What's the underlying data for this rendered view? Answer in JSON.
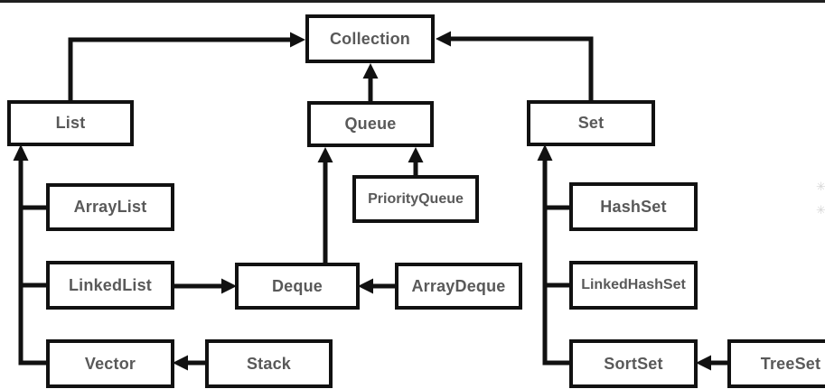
{
  "diagram": {
    "type": "class-hierarchy",
    "nodes": {
      "collection": {
        "label": "Collection"
      },
      "list": {
        "label": "List"
      },
      "queue": {
        "label": "Queue"
      },
      "set": {
        "label": "Set"
      },
      "arraylist": {
        "label": "ArrayList"
      },
      "priorityqueue": {
        "label": "PriorityQueue"
      },
      "hashset": {
        "label": "HashSet"
      },
      "linkedlist": {
        "label": "LinkedList"
      },
      "deque": {
        "label": "Deque"
      },
      "arraydeque": {
        "label": "ArrayDeque"
      },
      "linkedhashset": {
        "label": "LinkedHashSet"
      },
      "vector": {
        "label": "Vector"
      },
      "stack": {
        "label": "Stack"
      },
      "sortset": {
        "label": "SortSet"
      },
      "treeset": {
        "label": "TreeSet"
      }
    },
    "edges": [
      {
        "from": "List",
        "to": "Collection",
        "style": "elbow-arrow"
      },
      {
        "from": "Queue",
        "to": "Collection",
        "style": "straight-arrow"
      },
      {
        "from": "Set",
        "to": "Collection",
        "style": "elbow-arrow"
      },
      {
        "from": "ArrayList",
        "to": "List",
        "style": "trunk-branch"
      },
      {
        "from": "LinkedList",
        "to": "List",
        "style": "trunk-branch"
      },
      {
        "from": "Vector",
        "to": "List",
        "style": "trunk-branch"
      },
      {
        "from": "Deque",
        "to": "Queue",
        "style": "straight-arrow"
      },
      {
        "from": "PriorityQueue",
        "to": "Queue",
        "style": "straight-arrow"
      },
      {
        "from": "HashSet",
        "to": "Set",
        "style": "trunk-branch"
      },
      {
        "from": "LinkedHashSet",
        "to": "Set",
        "style": "trunk-branch"
      },
      {
        "from": "SortSet",
        "to": "Set",
        "style": "trunk-branch"
      },
      {
        "from": "LinkedList",
        "to": "Deque",
        "style": "straight-arrow"
      },
      {
        "from": "ArrayDeque",
        "to": "Deque",
        "style": "straight-arrow"
      },
      {
        "from": "Stack",
        "to": "Vector",
        "style": "straight-arrow"
      },
      {
        "from": "TreeSet",
        "to": "SortSet",
        "style": "straight-arrow"
      }
    ],
    "colors": {
      "background": "#ffffff",
      "box_fill": "#ffffff",
      "box_border": "#111111",
      "line": "#111111",
      "label_text": "#595959",
      "top_border": "#1f1f1f",
      "faint_glyph": "#d6d6d6"
    },
    "decorations": {
      "faint_glyph_1": "✳",
      "faint_glyph_2": "✳"
    }
  }
}
